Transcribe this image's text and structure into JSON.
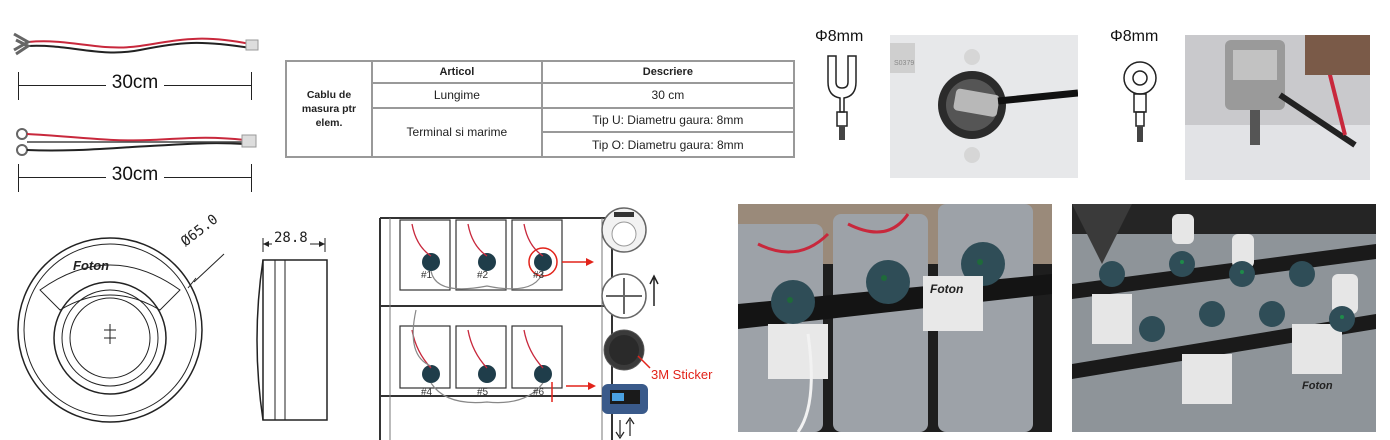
{
  "cables": {
    "top_length": "30cm",
    "bottom_length": "30cm"
  },
  "spec_table": {
    "side_label": "Cablu de masura ptr elem.",
    "col_article": "Articol",
    "col_description": "Descriere",
    "rows": [
      {
        "article": "Lungime",
        "description": "30 cm"
      },
      {
        "article": "Terminal si marime",
        "description": "Tip U: Diametru gaura: 8mm"
      },
      {
        "article": "",
        "description": "Tip O: Diametru gaura: 8mm"
      }
    ]
  },
  "terminals": {
    "u_type_diameter": "Φ8mm",
    "o_type_diameter": "Φ8mm"
  },
  "sensor": {
    "brand": "Foton",
    "diameter_dim": "Ø65.0",
    "height_dim": "28.8"
  },
  "rack": {
    "cell_labels": [
      "#1",
      "#2",
      "#3",
      "#4",
      "#5",
      "#6"
    ],
    "sticker_label": "3M Sticker"
  },
  "photos": {
    "battery_brand_1": "Foton",
    "battery_brand_2": "Foton"
  }
}
